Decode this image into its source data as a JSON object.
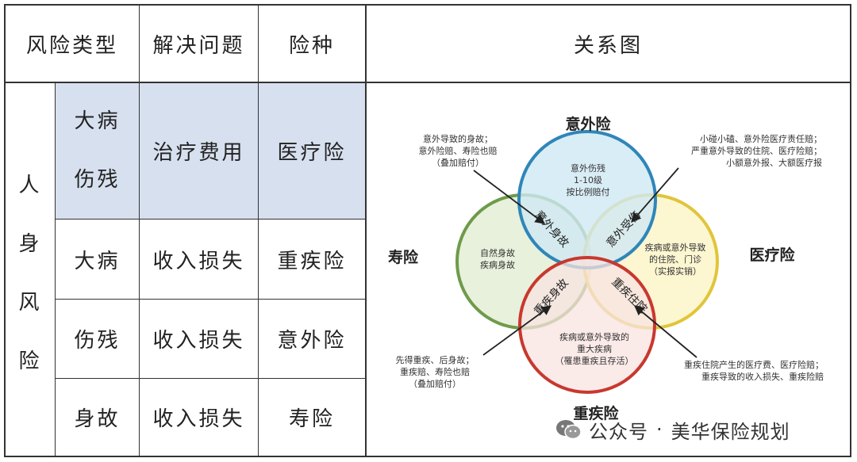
{
  "header": {
    "risk_type": "风险类型",
    "problem": "解决问题",
    "insurance": "险种",
    "diagram": "关系图"
  },
  "group_label": [
    "人",
    "身",
    "风",
    "险"
  ],
  "rows": [
    {
      "risk_line1": "大病",
      "risk_line2": "伤残",
      "problem": "治疗费用",
      "insurance": "医疗险"
    },
    {
      "risk": "大病",
      "problem": "收入损失",
      "insurance": "重疾险"
    },
    {
      "risk": "伤残",
      "problem": "收入损失",
      "insurance": "意外险"
    },
    {
      "risk": "身故",
      "problem": "收入损失",
      "insurance": "寿险"
    }
  ],
  "diagram": {
    "titles": {
      "accident": "意外险",
      "life": "寿险",
      "medical": "医疗险",
      "critical": "重疾险"
    },
    "accident_center": [
      "意外伤残",
      "1-10级",
      "按比例赔付"
    ],
    "life_center": [
      "自然身故",
      "疾病身故"
    ],
    "medical_center": [
      "疾病或意外导致",
      "的住院、门诊",
      "（实报实销）"
    ],
    "critical_center": [
      "疾病或意外导致的",
      "重大疾病",
      "（罹患重疾且存活）"
    ],
    "overlap_accident_life": "意外身故",
    "overlap_accident_medical": "意外受伤",
    "overlap_life_critical": "重疾身故",
    "overlap_medical_critical": "重疾住院",
    "note_top_left": [
      "意外导致的身故；",
      "意外险赔、寿险也赔",
      "（叠加赔付）"
    ],
    "note_top_right": [
      "小碰小磕、意外险医疗责任赔；",
      "严重意外导致的住院、医疗险赔；",
      "小额意外报、大额医疗报"
    ],
    "note_bottom_left": [
      "先得重疾、后身故；",
      "重疾赔、寿险也赔",
      "（叠加赔付）"
    ],
    "note_bottom_right": [
      "重疾住院产生的医疗费、医疗险赔；",
      "重疾导致的收入损失、重疾险赔"
    ],
    "colors": {
      "accident_fill": "#cfe8f4",
      "accident_stroke": "#2f86b8",
      "life_fill": "#e3eed6",
      "life_stroke": "#6e9b4a",
      "medical_fill": "#fbf4c6",
      "medical_stroke": "#e0c53a",
      "critical_fill": "#f8e3e0",
      "critical_stroke": "#c8382f"
    }
  },
  "watermark": {
    "icon": "wechat-icon",
    "text_left": "公众号",
    "dot": "·",
    "text_right": "美华保险规划"
  }
}
